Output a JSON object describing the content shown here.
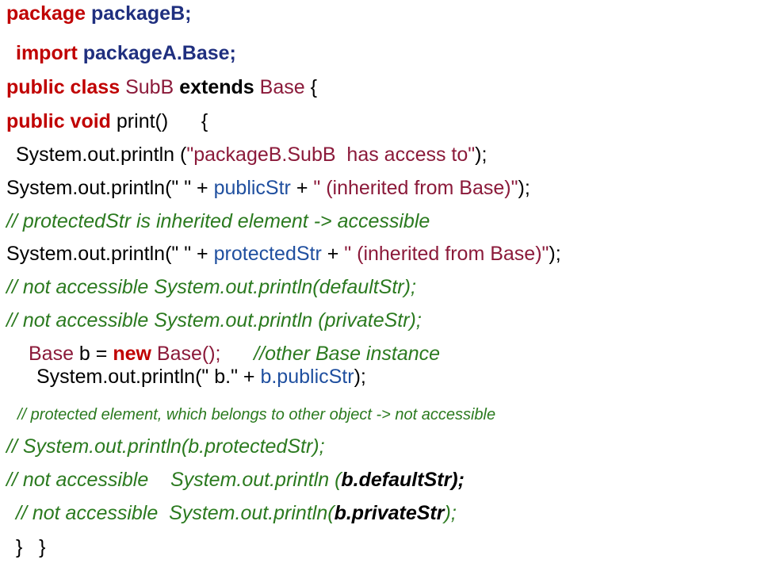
{
  "code": {
    "l1": {
      "kw": "package",
      "name": "packageB;"
    },
    "l2": {
      "kw": "import",
      "name": "packageA.Base;"
    },
    "l3": {
      "kw1": "public class",
      "cls": "SubB",
      "kw2": "extends",
      "base": "Base",
      "brace": "{"
    },
    "l4": {
      "kw": "public void",
      "method": "print()",
      "brace": "{"
    },
    "l5": {
      "call": "System.out.println (",
      "str": "\"packageB.SubB  has access to\"",
      "end": ");"
    },
    "l6": {
      "call": "System.out.println(\" \" + ",
      "var": "publicStr",
      "mid": " + ",
      "str": "\" (inherited from Base)\"",
      "end": ");"
    },
    "l7": {
      "comment": "// protectedStr is inherited element -> accessible"
    },
    "l8": {
      "call": "System.out.println(\" \" + ",
      "var": "protectedStr",
      "mid": " + ",
      "str": "\" (inherited from Base)\"",
      "end": ");"
    },
    "l9": {
      "comment": "// not accessible System.out.println(defaultStr);"
    },
    "l10": {
      "comment": "// not accessible System.out.println (privateStr);"
    },
    "l11": {
      "type": "Base",
      "eq": " b = ",
      "kw": "new",
      "ctor": " Base();",
      "comment": "//other Base instance"
    },
    "l12": {
      "call": "System.out.println(\" b.\" + ",
      "var": "b.publicStr",
      "end": ");"
    },
    "l13": {
      "comment": "// protected element, which belongs to other object -> not accessible"
    },
    "l14": {
      "comment": "// System.out.println(b.protectedStr);"
    },
    "l15": {
      "pre": "// not accessible    System.out.println (",
      "bold": "b.defaultStr);"
    },
    "l16": {
      "pre": "// not accessible  System.out.println(",
      "bold": "b.privateStr",
      "post": ");"
    },
    "l17": {
      "text": "}   }"
    }
  }
}
